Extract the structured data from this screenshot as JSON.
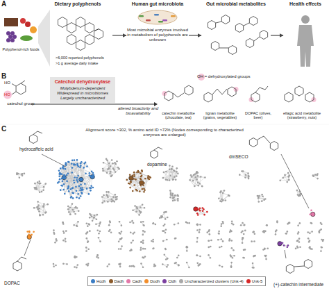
{
  "diagram": {
    "nodes": [
      {
        "text": [
          "Dietary polyphenols"
        ]
      },
      {
        "text": [
          "Human gut microbiota",
          "Most microbial enzymes involved in metabolism of polyphenols are unknown"
        ]
      },
      {
        "text": [
          "Gut microbial metabolites"
        ]
      },
      {
        "text": [
          "Health effects"
        ]
      },
      {
        "text": [
          "Catechol dehydroxylase",
          "Molybdenum-dependent Widespread in microbiomes Largely uncharacterized"
        ]
      }
    ],
    "edges": [
      {
        "from": 0,
        "to": 1,
        "arrow": "to"
      },
      {
        "from": 1,
        "to": 2,
        "arrow": "to"
      },
      {
        "from": 2,
        "to": 3,
        "arrow": "to"
      }
    ],
    "labels": [
      "A",
      "Polyphenol-rich foods",
      ">6,000 reported polyphenols",
      ">1 g average daily intake",
      "B",
      "HO",
      "HO",
      "catechol group",
      "altered bioactivity and bioavailability",
      "OH = dehydroxylated groups",
      "catechin metabolite (chocolate, tea)",
      "lignan metabolite (grains, vegetables)",
      "DOPAC (olives, beer)",
      "ellagic acid metabolite (strawberry, nuts)",
      "C",
      "Alignment score >302, % amino acid ID >72% (Nodes corresponding to characterized enzymes are enlarged)",
      "hydrocaffeic acid",
      "dopamine",
      "dmSECO",
      "DOPAC",
      "(+)-catechin intermediate"
    ],
    "legend": [
      {
        "text": "Hcdh",
        "color": "#3b7dc4"
      },
      {
        "text": "Dadh",
        "color": "#8b5a2b"
      },
      {
        "text": "Cadh",
        "color": "#e377a8"
      },
      {
        "text": "Dodh",
        "color": "#f28e2b"
      },
      {
        "text": "Cldh",
        "color": "#7b3fa0"
      },
      {
        "text": "Uncharacterized clusters (Unk-4)",
        "color": "#a8a8a8"
      },
      {
        "text": "Unk-5",
        "color": "#d62728"
      }
    ]
  }
}
